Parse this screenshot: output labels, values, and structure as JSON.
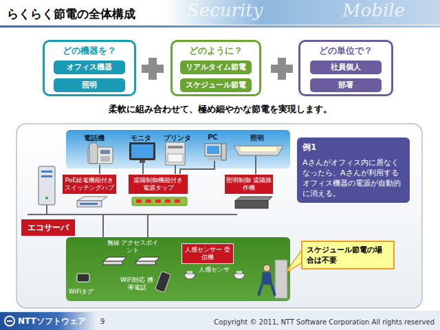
{
  "diagram": {
    "title": "らくらく節電の全体構成",
    "nodes": [
      {
        "text": [
          "どの機器を？"
        ]
      },
      {
        "text": [
          "オフィス機器"
        ],
        "in": 0
      },
      {
        "text": [
          "照明"
        ],
        "in": 0
      },
      {
        "text": [
          "どのように？"
        ]
      },
      {
        "text": [
          "リアルタイム節電"
        ],
        "in": 3
      },
      {
        "text": [
          "スケジュール節電"
        ],
        "in": 3
      },
      {
        "text": [
          "どの単位で？"
        ]
      },
      {
        "text": [
          "社員個人"
        ],
        "in": 6
      },
      {
        "text": [
          "部署"
        ],
        "in": 6
      },
      {
        "text": [
          "PoE給電機能付き スイッチングハブ"
        ]
      },
      {
        "text": [
          "遠隔制御機能付き 電源タップ"
        ]
      },
      {
        "text": [
          "照明制御 遠隔操作機"
        ]
      },
      {
        "text": [
          "エコサーバ"
        ]
      },
      {
        "text": [
          "例1",
          "Aさんがオフィス内に居なくなったら、Aさんが利用するオフィス機器の電源が自動的に消える。"
        ]
      },
      {
        "text": [
          "人感センサー 受信機"
        ]
      },
      {
        "text": [
          "スケジュール節電の場合は不要"
        ]
      }
    ],
    "edges": [
      {
        "from": 12,
        "to": 9,
        "arrow": "none"
      },
      {
        "from": 12,
        "to": 10,
        "arrow": "none"
      },
      {
        "from": 12,
        "to": 11,
        "arrow": "none"
      },
      {
        "from": 12,
        "to": 14,
        "arrow": "none"
      }
    ],
    "labels": [
      "Security",
      "Mobile",
      "柔軟に組み合わせて、極め細やかな節電を実現します。",
      "電話機",
      "モニタ",
      "プリンタ",
      "PC",
      "照明",
      "無線 アクセスポイント",
      "WiFiタグ",
      "WiFi対応 携帯電話",
      "人感センサ",
      "NTTソフトウェア",
      "9",
      "Copyright © 2011, NTT Software Corporation All rights reserved"
    ]
  }
}
